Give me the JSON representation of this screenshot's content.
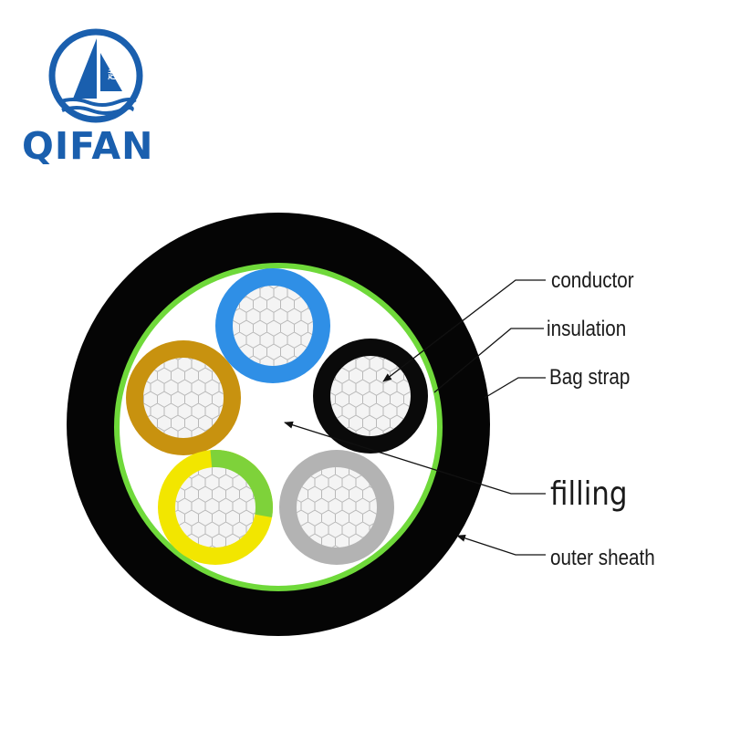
{
  "brand": {
    "name": "QIFAN",
    "logo_glyphs": "起帆",
    "color": "#1a5fae"
  },
  "diagram": {
    "labels": {
      "conductor": "conductor",
      "insulation": "insulation",
      "bag_strap": "Bag strap",
      "filling": "filling",
      "outer_sheath": "outer sheath"
    },
    "colors": {
      "outer_sheath": "#050505",
      "bag_strap": "#6fd93a",
      "filling": "#ffffff",
      "conductor": "#f4f4f4",
      "conductor_mesh": "#b9b9b9"
    },
    "cores": [
      {
        "name": "blue",
        "insulation": "#2f8fe6"
      },
      {
        "name": "black",
        "insulation": "#0a0a0a"
      },
      {
        "name": "brown",
        "insulation": "#c8920f"
      },
      {
        "name": "yellow-green",
        "insulation": "#f2e600",
        "stripe": "#7ed23a"
      },
      {
        "name": "grey",
        "insulation": "#b3b3b3"
      }
    ]
  }
}
